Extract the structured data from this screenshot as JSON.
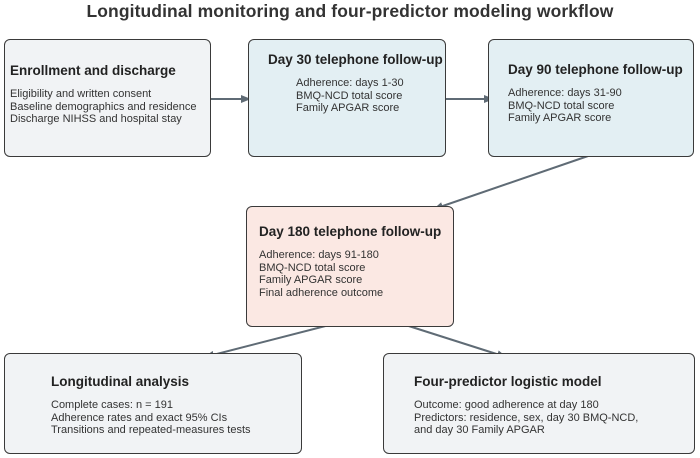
{
  "title": "Longitudinal monitoring and four-predictor modeling workflow",
  "colors": {
    "neutral_box": "#f1f3f5",
    "followup_box": "#e3eff3",
    "final_followup_box": "#fbe8e3",
    "arrow": "#5f6b75",
    "border": "#3a3a3a"
  },
  "boxes": {
    "enrollment": {
      "title": "Enrollment and discharge",
      "lines": [
        "Eligibility and written consent",
        "Baseline demographics and residence",
        "Discharge NIHSS and hospital stay"
      ]
    },
    "day30": {
      "title": "Day 30 telephone follow-up",
      "lines": [
        "Adherence: days 1-30",
        "BMQ-NCD total score",
        "Family APGAR score"
      ]
    },
    "day90": {
      "title": "Day 90 telephone follow-up",
      "lines": [
        "Adherence: days 31-90",
        "BMQ-NCD total score",
        "Family APGAR score"
      ]
    },
    "day180": {
      "title": "Day 180 telephone follow-up",
      "lines": [
        "Adherence: days 91-180",
        "BMQ-NCD total score",
        "Family APGAR score",
        "Final adherence outcome"
      ]
    },
    "longitudinal": {
      "title": "Longitudinal analysis",
      "lines": [
        "Complete cases: n = 191",
        "Adherence rates and exact 95% CIs",
        "Transitions and repeated-measures tests"
      ]
    },
    "logistic": {
      "title": "Four-predictor logistic model",
      "lines": [
        "Outcome: good adherence at day 180",
        "Predictors: residence, sex, day 30 BMQ-NCD,",
        "and day 30 Family APGAR"
      ]
    }
  }
}
